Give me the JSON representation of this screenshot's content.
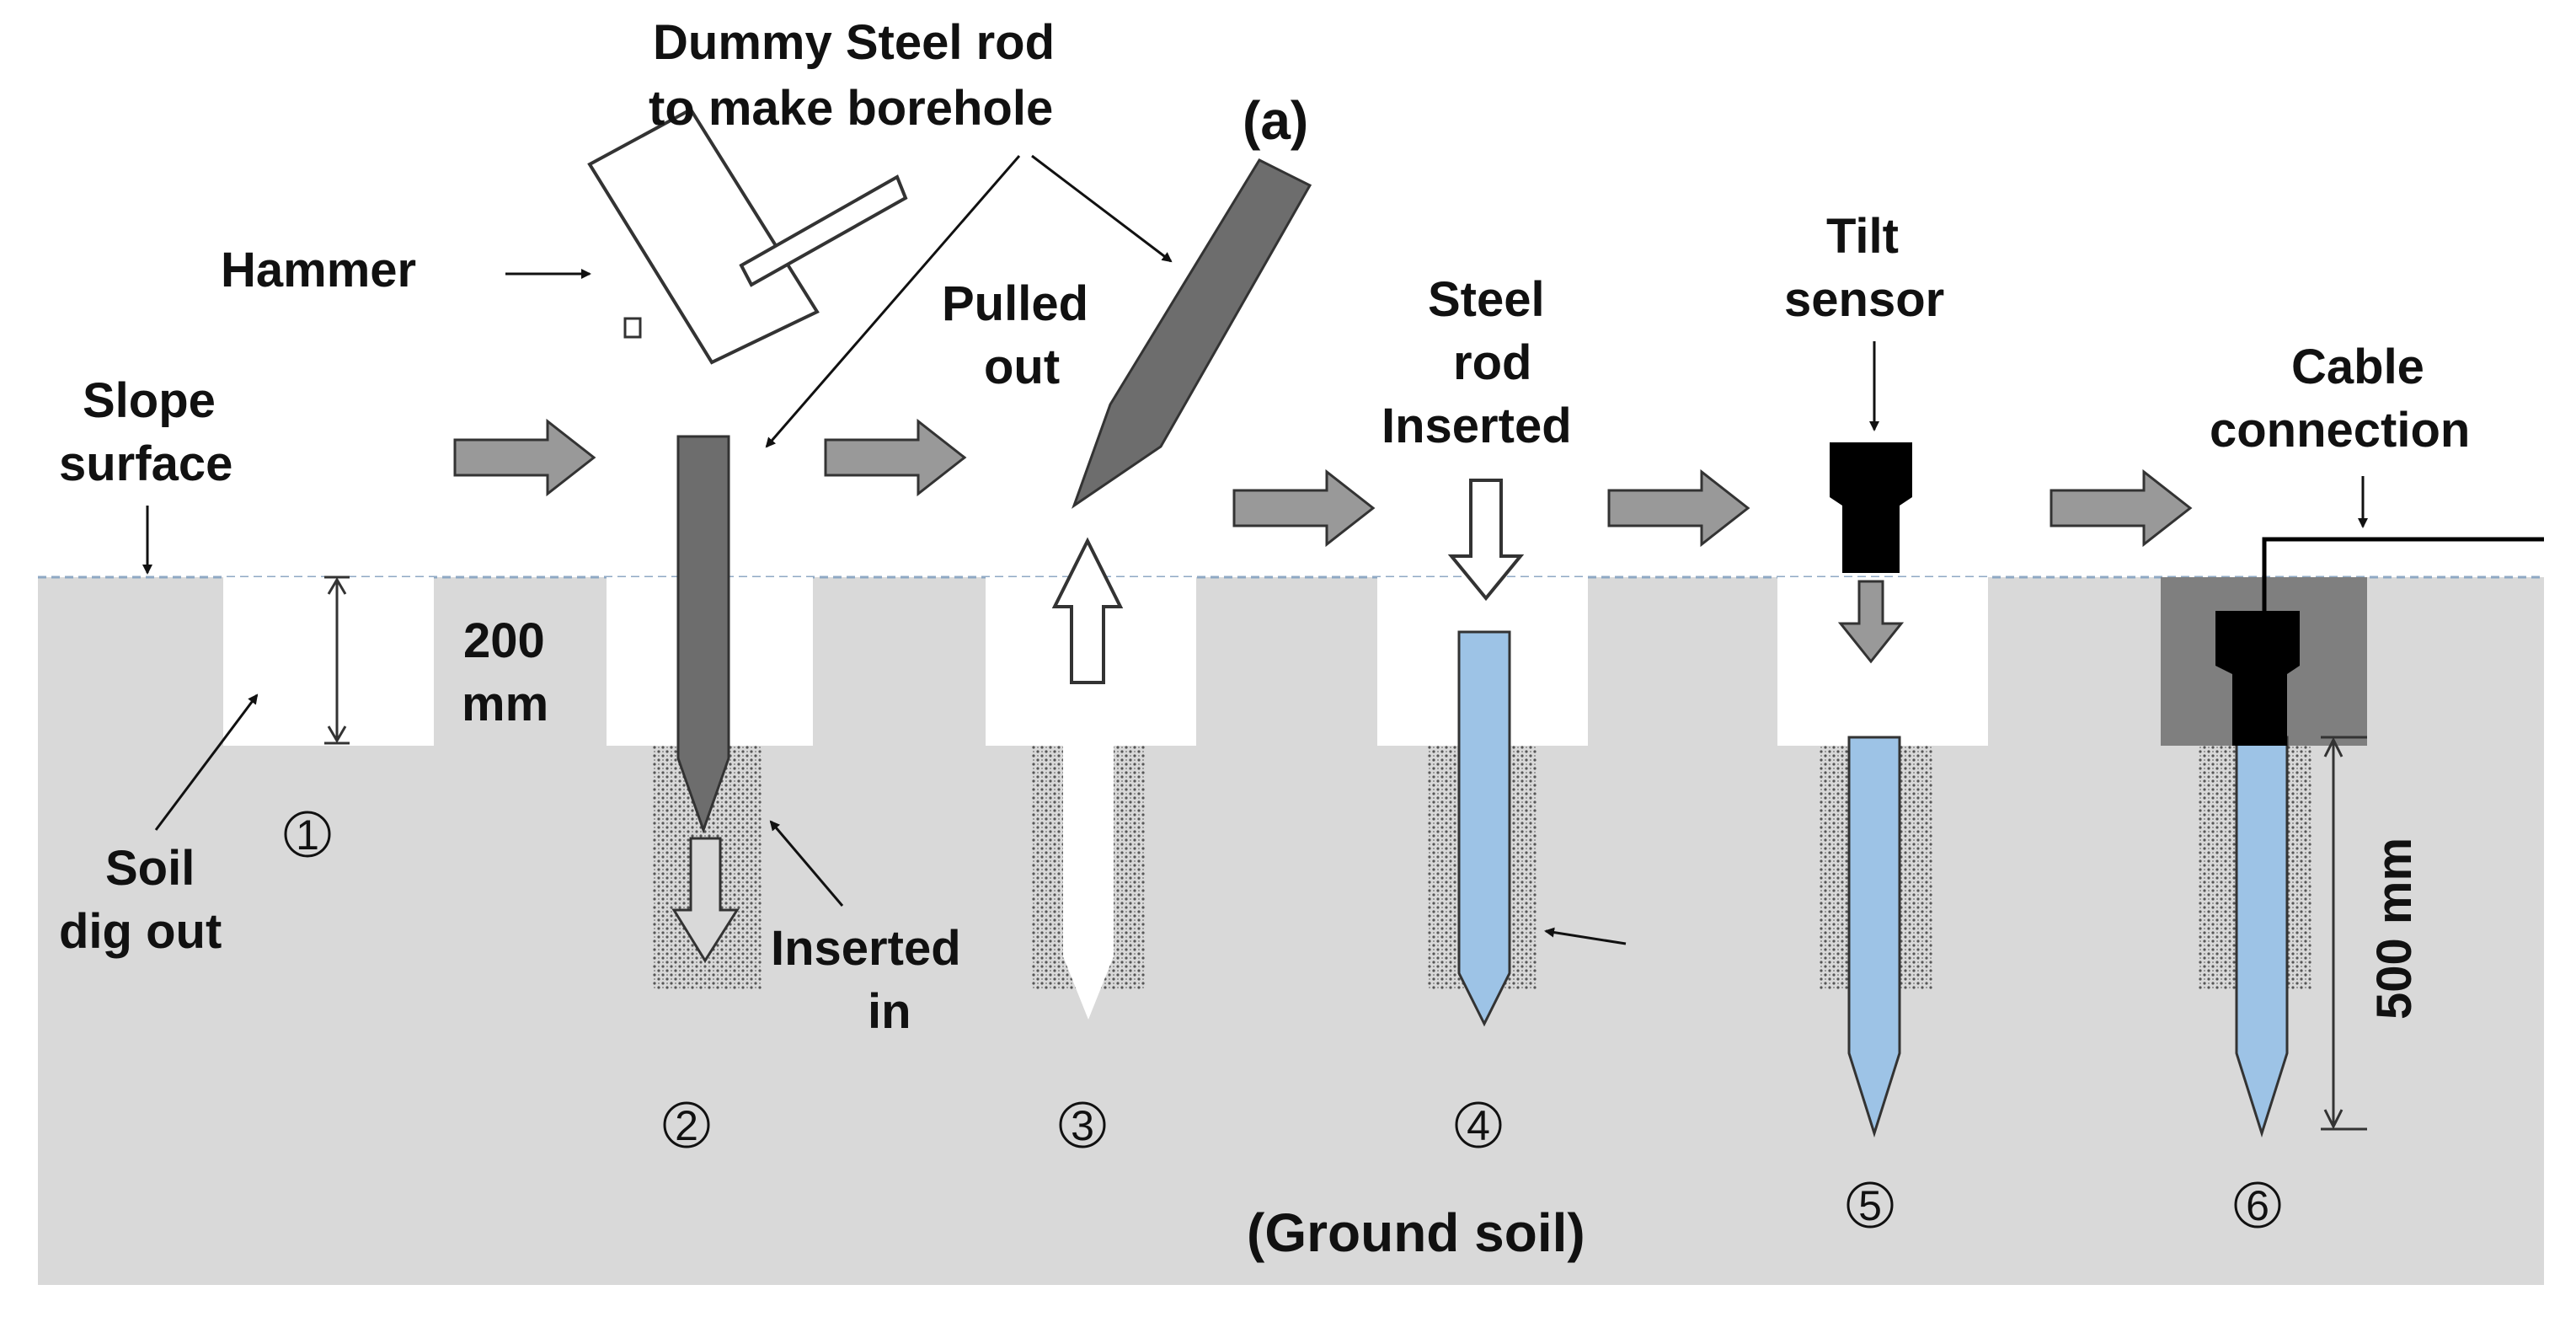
{
  "figure_label": "(a)",
  "labels": {
    "dummy_rod_line1": "Dummy Steel rod",
    "dummy_rod_line2": "to make borehole",
    "hammer": "Hammer",
    "slope_line1": "Slope",
    "slope_line2": "surface",
    "depth_200_line1": "200",
    "depth_200_line2": "mm",
    "soil_dig_line1": "Soil",
    "soil_dig_line2": "dig out",
    "inserted_in_line1": "Inserted",
    "inserted_in_line2": "in",
    "pulled_out_line1": "Pulled",
    "pulled_out_line2": "out",
    "steel_rod_line1": "Steel",
    "steel_rod_line2": "rod",
    "steel_rod_line3": "Inserted",
    "tilt_sensor_line1": "Tilt",
    "tilt_sensor_line2": "sensor",
    "cable_line1": "Cable",
    "cable_line2": "connection",
    "depth_500": "500 mm",
    "ground_soil": "(Ground soil)"
  },
  "steps": [
    "1",
    "2",
    "3",
    "4",
    "5",
    "6"
  ],
  "colors": {
    "ground": "#d9d9d9",
    "rod_dark": "#6d6d6d",
    "steel_rod": "#9dc3e6",
    "sensor": "#000000",
    "grout": "#7f7f7f",
    "flow_arrow": "#999999"
  }
}
